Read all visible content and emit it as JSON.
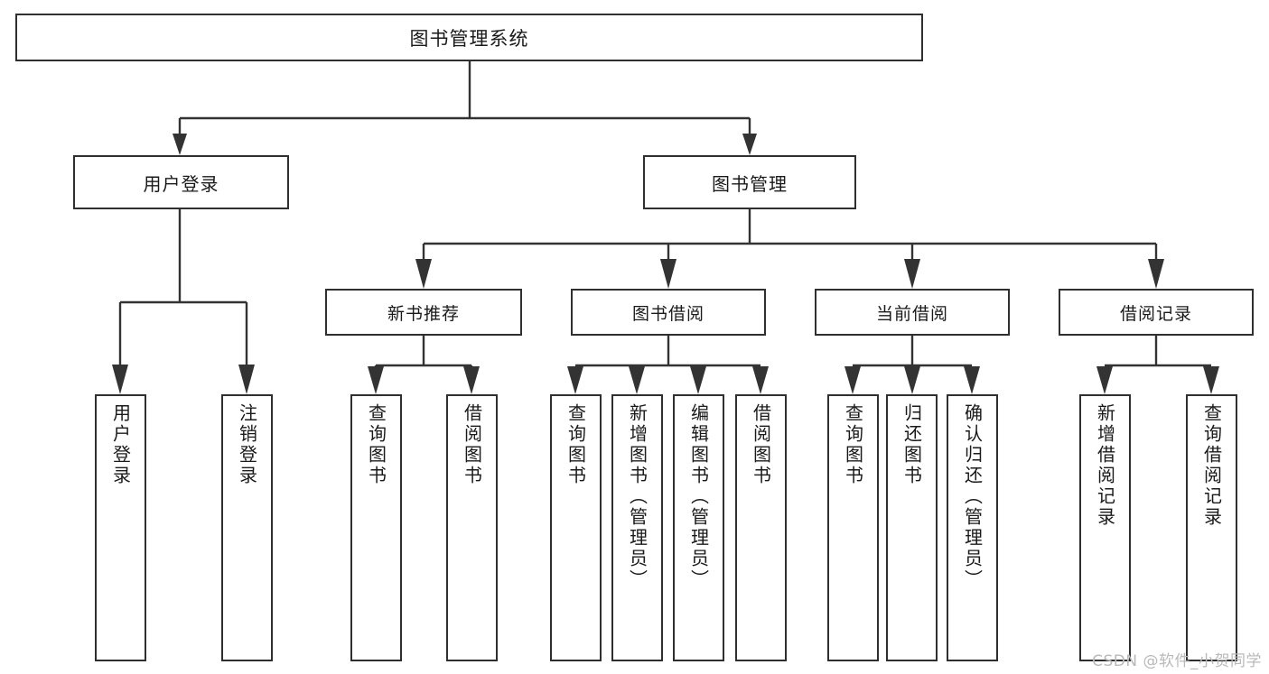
{
  "diagram": {
    "title": "图书管理系统",
    "type": "tree",
    "orientation": "top-down",
    "colors": {
      "box_border": "#2f2f2f",
      "box_fill": "#ffffff",
      "connector": "#333333",
      "background": "#ffffff",
      "watermark": "#b9b9b9"
    },
    "root": {
      "id": "root",
      "label": "图书管理系统"
    },
    "level1": [
      {
        "id": "user-login",
        "label": "用户登录"
      },
      {
        "id": "book-management",
        "label": "图书管理"
      }
    ],
    "level2": [
      {
        "id": "new-book-recommend",
        "label": "新书推荐",
        "parent": "book-management"
      },
      {
        "id": "book-borrow",
        "label": "图书借阅",
        "parent": "book-management"
      },
      {
        "id": "current-borrow",
        "label": "当前借阅",
        "parent": "book-management"
      },
      {
        "id": "borrow-record",
        "label": "借阅记录",
        "parent": "book-management"
      }
    ],
    "leaves": {
      "user_login": [
        {
          "id": "leaf-user-login",
          "label": "用户登录"
        },
        {
          "id": "leaf-user-logout",
          "label": "注销登录"
        }
      ],
      "new_book_recommend": [
        {
          "id": "leaf-query-book-1",
          "label": "查询图书"
        },
        {
          "id": "leaf-borrow-book-1",
          "label": "借阅图书"
        }
      ],
      "book_borrow": [
        {
          "id": "leaf-query-book-2",
          "label": "查询图书"
        },
        {
          "id": "leaf-add-book",
          "label": "新增图书（管理员）"
        },
        {
          "id": "leaf-edit-book",
          "label": "编辑图书（管理员）"
        },
        {
          "id": "leaf-borrow-book-2",
          "label": "借阅图书"
        }
      ],
      "current_borrow": [
        {
          "id": "leaf-query-book-3",
          "label": "查询图书"
        },
        {
          "id": "leaf-return-book",
          "label": "归还图书"
        },
        {
          "id": "leaf-confirm-return",
          "label": "确认归还（管理员）"
        }
      ],
      "borrow_record": [
        {
          "id": "leaf-add-record",
          "label": "新增借阅记录"
        },
        {
          "id": "leaf-query-record",
          "label": "查询借阅记录"
        }
      ]
    }
  },
  "watermark": {
    "text": "CSDN @软件_小贺同学"
  }
}
